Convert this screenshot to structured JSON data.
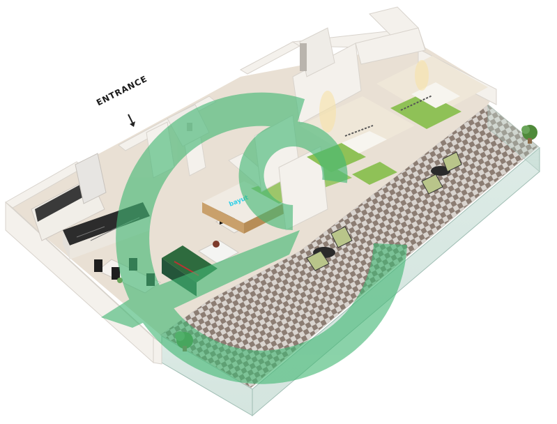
{
  "floorplan": {
    "entrance_label": "ENTRANCE",
    "tv_brand": "bayut",
    "colors": {
      "floor": "#e9e0d4",
      "wall": "#f4f1ec",
      "wall_shadow": "#d8d3cc",
      "terrace_light": "#d9d4cf",
      "terrace_dark": "#8c7d73",
      "watermark": "#43b875",
      "bed_green": "#8fc157",
      "sofa_green": "#2e6b3e",
      "kitchen_dark": "#2c2c2c",
      "wood_stair": "#c9a06b"
    },
    "watermark_icon": "logo-ring-icon",
    "rooms": [
      "entrance-hall",
      "kitchen",
      "living-dining",
      "bedroom-1",
      "bedroom-2",
      "bathroom-1",
      "bathroom-2",
      "terrace"
    ]
  }
}
